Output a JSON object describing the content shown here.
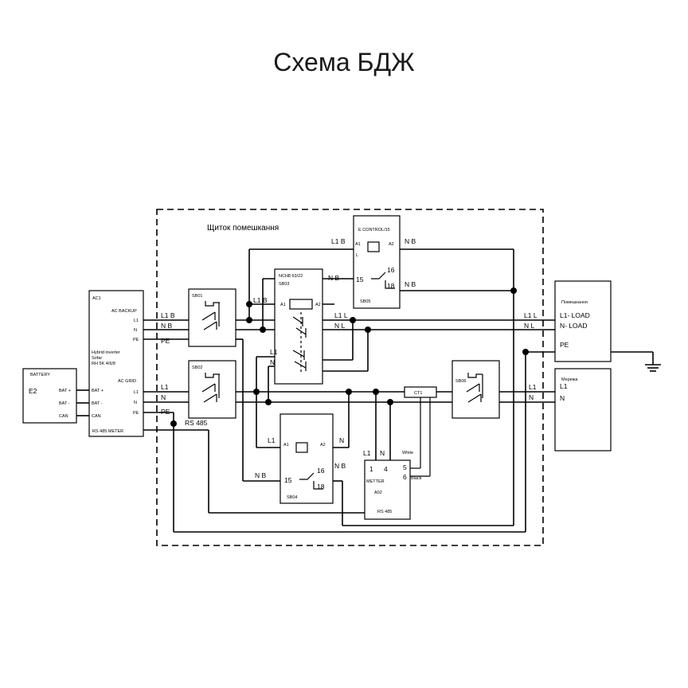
{
  "title": "Схема БДЖ",
  "panel": {
    "label": "Щиток помешкання"
  },
  "inverter": {
    "id": "AC1",
    "ac_backup": "AC BACKUP",
    "l1": "L1",
    "n": "N",
    "pe": "PE",
    "model_1": "Hybrid inverter",
    "model_2": "Sofar",
    "model_3": "RH 5K 4/6/8",
    "ac_grid": "AC GRID",
    "bat_plus": "BAT +",
    "bat_minus": "BAT -",
    "can": "CAN",
    "rs485_meter": "RS 485 METER"
  },
  "battery": {
    "title": "BATTERY",
    "id": "E2",
    "bat_plus": "BAT +",
    "bat_minus": "BAT -",
    "can": "CAN"
  },
  "wires": {
    "l1b": "L1 B",
    "nb": "N B",
    "pe": "PE",
    "l1": "L1",
    "n": "N",
    "rs485": "RS 485",
    "l1l": "L1 L",
    "nl": "N L"
  },
  "sb01": {
    "id": "SB01"
  },
  "sb02": {
    "id": "SB02"
  },
  "sb06": {
    "id": "SB06"
  },
  "sb03": {
    "model": "NCH8 63/22",
    "id": "SB03",
    "a1": "A1",
    "a2": "A2"
  },
  "sb05": {
    "title": "E CONTROL/15",
    "id": "SB05",
    "a1": "A1",
    "a2": "A2",
    "l": "L",
    "c15": "15",
    "c16": "16",
    "c18": "18"
  },
  "sb04": {
    "id": "SB04",
    "a1": "A1",
    "a2": "A2",
    "c15": "15",
    "c16": "16",
    "c18": "18"
  },
  "ct": {
    "label": "CT1"
  },
  "meter": {
    "label": "METTER",
    "id": "A02",
    "rs485": "RS 485",
    "t1": "1",
    "t4": "4",
    "t5": "5",
    "t6": "6",
    "white": "White",
    "black": "Black"
  },
  "load": {
    "title": "Помешкання",
    "l1": "L1- LOAD",
    "n": "N- LOAD",
    "pe": "PE"
  },
  "grid": {
    "title": "Мережа",
    "l1": "L1",
    "n": "N"
  }
}
